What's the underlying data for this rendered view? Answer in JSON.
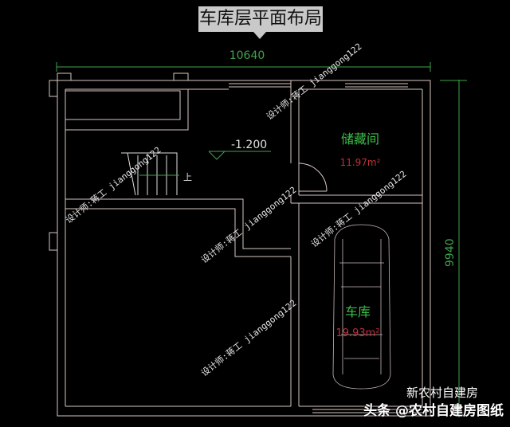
{
  "title": "车库层平面布局",
  "dimensions": {
    "width": "10640",
    "height": "9940"
  },
  "level": "-1.200",
  "stair_label": "上",
  "rooms": [
    {
      "name": "储藏间",
      "area": "11.97m²"
    },
    {
      "name": "车库",
      "area": "19.93m²"
    }
  ],
  "watermark": "设计师:蒋工 jianggong122",
  "footer": {
    "main": "头条 @农村自建房图纸",
    "overlay": "新农村自建房"
  },
  "colors": {
    "wall": "#d9c8c0",
    "dimension": "#3fa34d",
    "room_name": "#3fbf4a",
    "area": "#c0303a",
    "background": "#000000"
  }
}
